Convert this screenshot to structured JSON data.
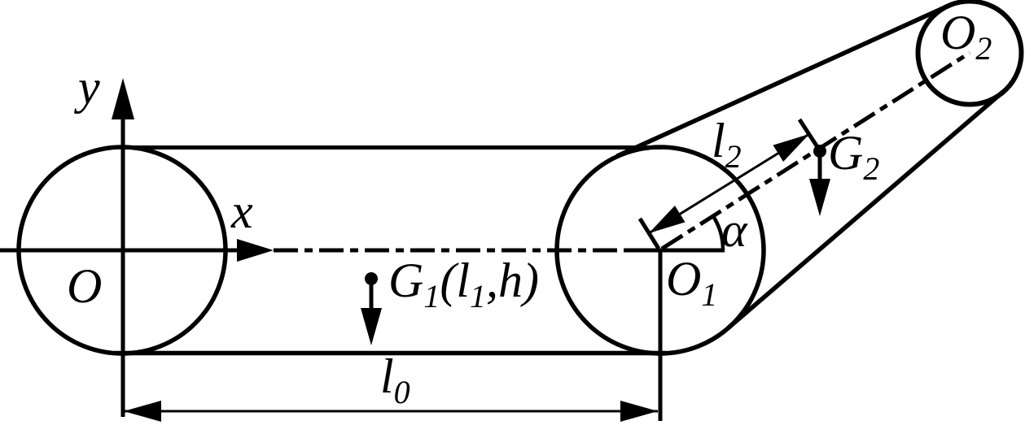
{
  "figure": {
    "title": "two-link mechanism schematic",
    "colors": {
      "ink": "#000000",
      "background": "#ffffff"
    },
    "labels": {
      "y_axis": "y",
      "x_axis": "x",
      "origin": "O",
      "joint1": {
        "main": "O",
        "sub": "1"
      },
      "joint2": {
        "main": "O",
        "sub": "2"
      },
      "weight1": {
        "main": "G",
        "sub": "1",
        "coord_open": "(l",
        "coord_sub": "1",
        "coord_close": ",h)"
      },
      "weight2": {
        "main": "G",
        "sub": "2"
      },
      "length0": {
        "main": "l",
        "sub": "0"
      },
      "length2": {
        "main": "l",
        "sub": "2"
      },
      "angle": "α"
    }
  }
}
